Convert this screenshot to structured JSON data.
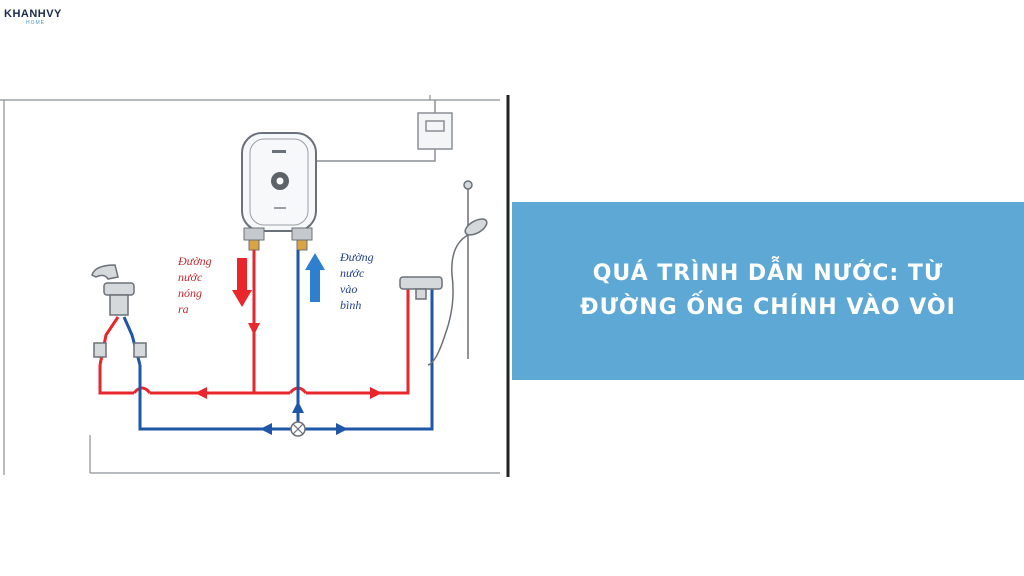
{
  "logo": {
    "name": "KHANHVY",
    "sub": "HOME"
  },
  "banner": {
    "title": "QUÁ TRÌNH DẪN NƯỚC: TỪ ĐƯỜNG ỐNG CHÍNH VÀO VÒI"
  },
  "diagram": {
    "hot_label": [
      "Đường",
      "nước",
      "nóng",
      "ra"
    ],
    "cold_label": [
      "Đường",
      "nước",
      "vào",
      "bình"
    ],
    "colors": {
      "hot": "#e8262b",
      "cold": "#1e56a8",
      "arrow_cold": "#2f7fd0",
      "outline": "#8a8f96"
    }
  }
}
